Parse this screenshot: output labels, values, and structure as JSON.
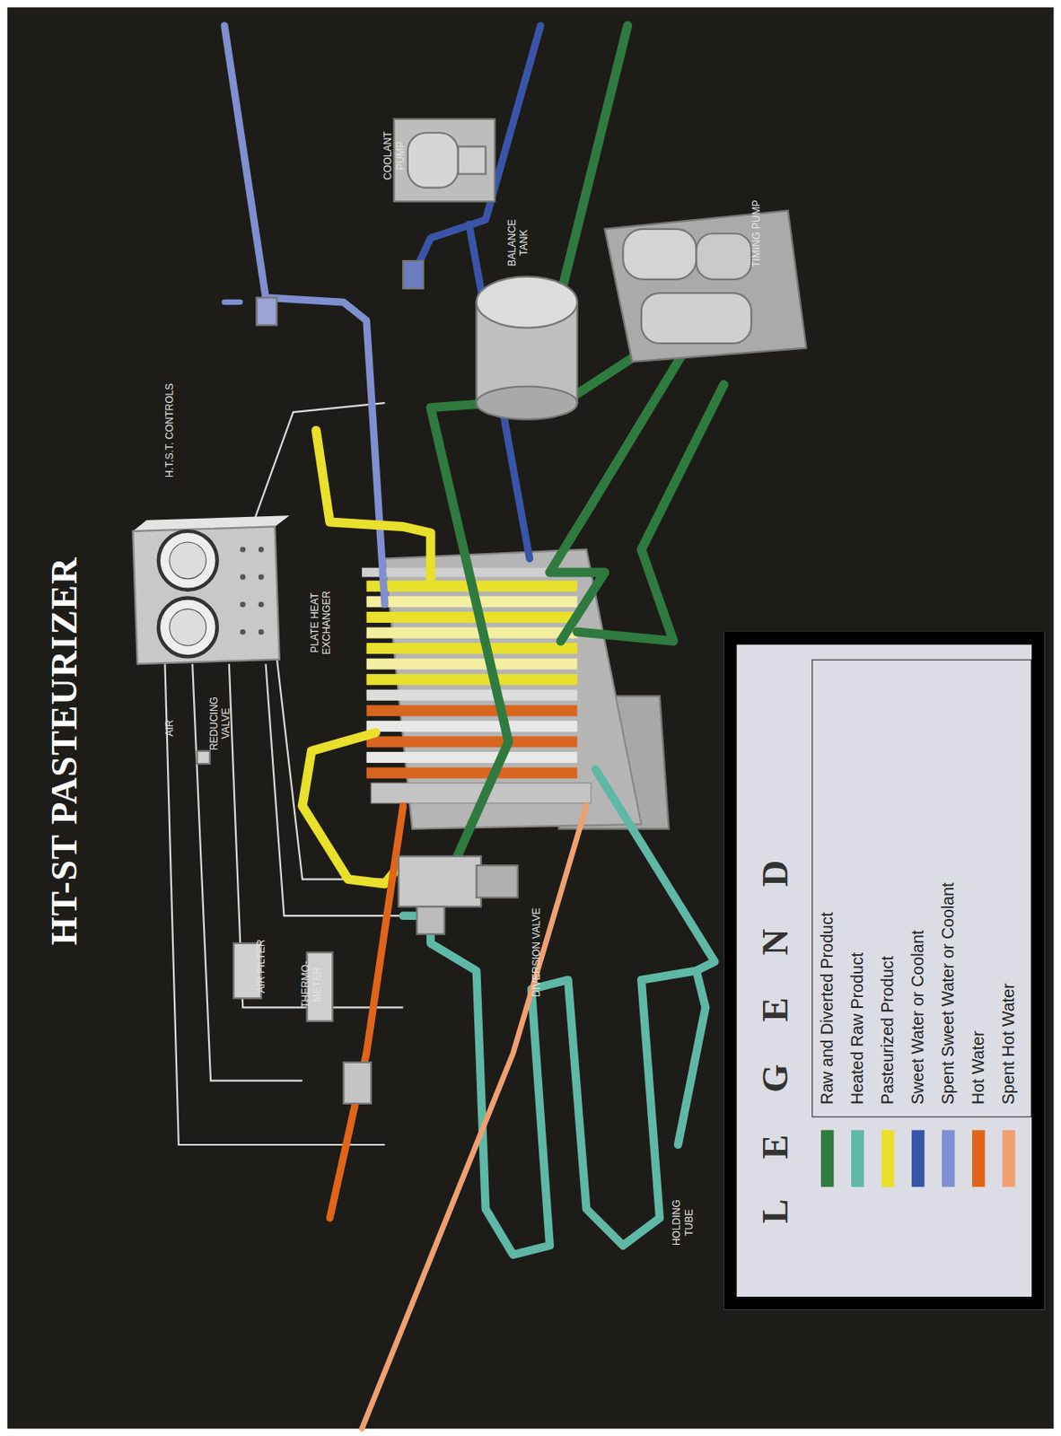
{
  "diagram": {
    "title": "HT-ST PASTEURIZER",
    "labels": [
      "H.T.S.T. CONTROLS",
      "PLATE HEAT EXCHANGER",
      "AIR",
      "REDUCING VALVE",
      "AIR FILTER",
      "THERMO-METER",
      "DIVERSION VALVE",
      "HOLDING TUBE",
      "COOLANT PUMP",
      "BALANCE TANK",
      "TIMING PUMP",
      "L E G E N D"
    ],
    "legend": [
      {
        "text": "Raw and Diverted Product",
        "color": "#2f7a3f"
      },
      {
        "text": "Heated Raw Product",
        "color": "#5fb8a6"
      },
      {
        "text": "Pasteurized Product",
        "color": "#e8e02a"
      },
      {
        "text": "Sweet Water or  Coolant",
        "color": "#3a55a8"
      },
      {
        "text": "Spent Sweet Water or Coolant",
        "color": "#7f8fd0"
      },
      {
        "text": "Hot Water",
        "color": "#e0651a"
      },
      {
        "text": "Spent Hot Water",
        "color": "#f0a070"
      }
    ]
  }
}
